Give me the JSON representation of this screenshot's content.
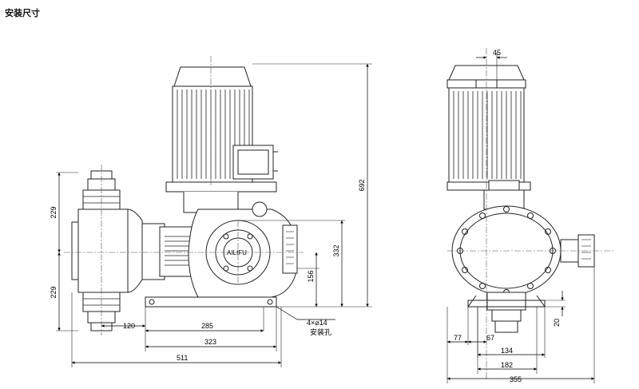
{
  "page": {
    "title": "安装尺寸"
  },
  "front_view": {
    "logo": "AILIFU",
    "dims": {
      "width_total": "511",
      "base_span": "323",
      "bolt_span": "285",
      "foot_offset": "120",
      "height_upper": "229",
      "height_lower": "229",
      "total_height": "692",
      "axis_height": "332",
      "flange_height": "156"
    },
    "mount_note": {
      "line1": "4×⌀14",
      "line2": "安装孔"
    }
  },
  "side_view": {
    "dims": {
      "top_offset": "45",
      "foot_left": "77",
      "foot_gap": "67",
      "bolt_span": "134",
      "base_span": "182",
      "width_total": "355",
      "base_height": "20"
    }
  }
}
